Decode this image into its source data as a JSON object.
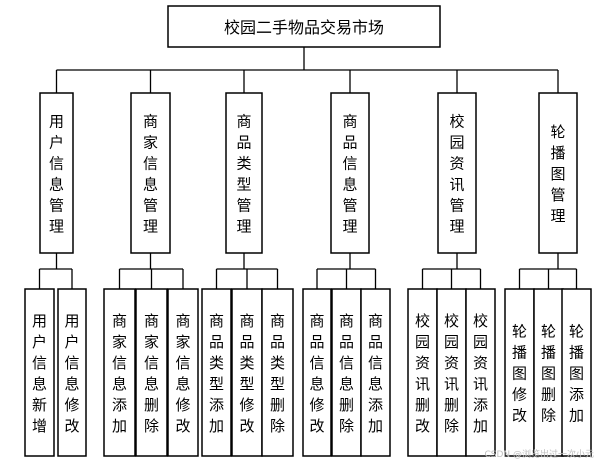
{
  "root": {
    "label": "校园二手物品交易市场"
  },
  "modules": [
    {
      "label": "用户信息管理",
      "children": [
        "用户信息新增",
        "用户信息修改"
      ]
    },
    {
      "label": "商家信息管理",
      "children": [
        "商家信息添加",
        "商家信息删除",
        "商家信息修改"
      ]
    },
    {
      "label": "商品类型管理",
      "children": [
        "商品类型添加",
        "商品类型修改",
        "商品类型删除"
      ]
    },
    {
      "label": "商品信息管理",
      "children": [
        "商品信息修改",
        "商品信息删除",
        "商品信息添加"
      ]
    },
    {
      "label": "校园资讯管理",
      "children": [
        "校园资讯删改",
        "校园资讯删除",
        "校园资讯添加"
      ]
    },
    {
      "label": "轮播图管理",
      "children": [
        "轮播图修改",
        "轮播图删除",
        "轮播图添加"
      ]
    }
  ],
  "watermark": "CSDN @浏览出过一次小元"
}
